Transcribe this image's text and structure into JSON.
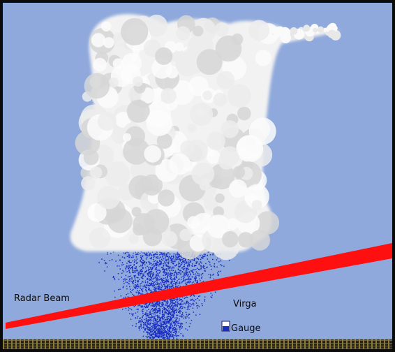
{
  "labels": {
    "radar_beam": "Radar Beam",
    "virga": "Virga",
    "gauge": "Gauge"
  },
  "colors": {
    "sky": "#8fa9dc",
    "cloud": "#f4f4f4",
    "cloud_shade": "#d9d9d9",
    "precipitation": "#1a2fbf",
    "radar_beam": "#ff1010",
    "gauge": "#1a2fbf",
    "ground": "#2b2611",
    "border": "#0b0b0b"
  },
  "icons": {
    "gauge": "rain-gauge-icon"
  }
}
